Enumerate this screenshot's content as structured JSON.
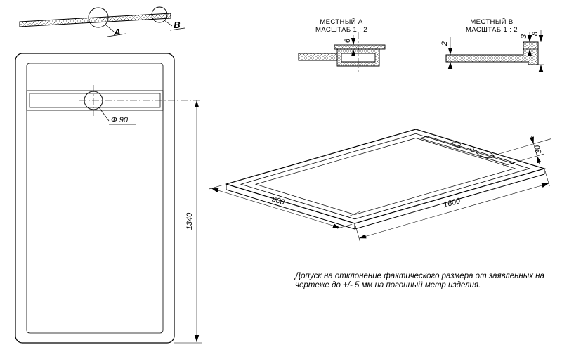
{
  "section_view": {
    "label_a": "А",
    "label_b": "В"
  },
  "front_view": {
    "drain_label": "Ф 90",
    "dim_height": "1340"
  },
  "detail_a": {
    "title": "МЕСТНЫЙ А",
    "scale": "МАСШТАБ 1 : 2",
    "dim_cover": "6"
  },
  "detail_b": {
    "title": "МЕСТНЫЙ В",
    "scale": "МАСШТАБ 1 : 2",
    "dim_thickness": "2",
    "dim_step": "3",
    "dim_rim": "8"
  },
  "iso_view": {
    "dim_width": "900",
    "dim_length": "1600",
    "dim_height": "30"
  },
  "note": {
    "line1": "Допуск на отклонение фактического размера от заявленных на",
    "line2": "чертеже до +/- 5 мм на погонный метр изделия."
  },
  "colors": {
    "line": "#000000",
    "background": "#ffffff"
  }
}
